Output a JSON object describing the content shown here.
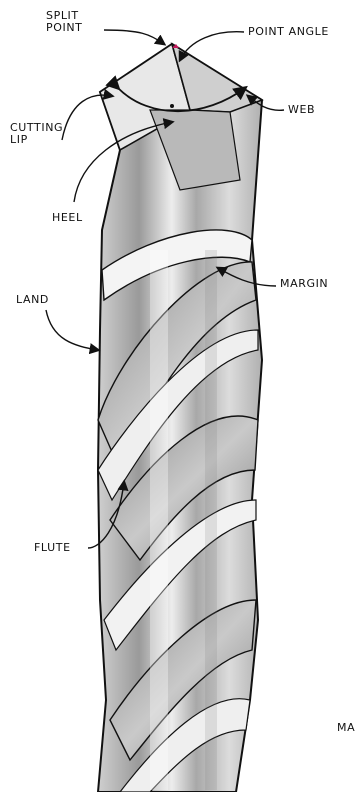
{
  "labels": {
    "split_point": "SPLIT\nPOINT",
    "point_angle": "POINT ANGLE",
    "web": "WEB",
    "cutting_lip": "CUTTING\nLIP",
    "heel": "HEEL",
    "land": "LAND",
    "margin": "MARGIN",
    "flute": "FLUTE",
    "cutoff_text": "MA"
  },
  "colors": {
    "outline": "#111111",
    "metal_light": "#e9e9e9",
    "metal_mid": "#bdbdbd",
    "metal_dark": "#8a8a8a",
    "tip_accent": "#c2185b"
  }
}
